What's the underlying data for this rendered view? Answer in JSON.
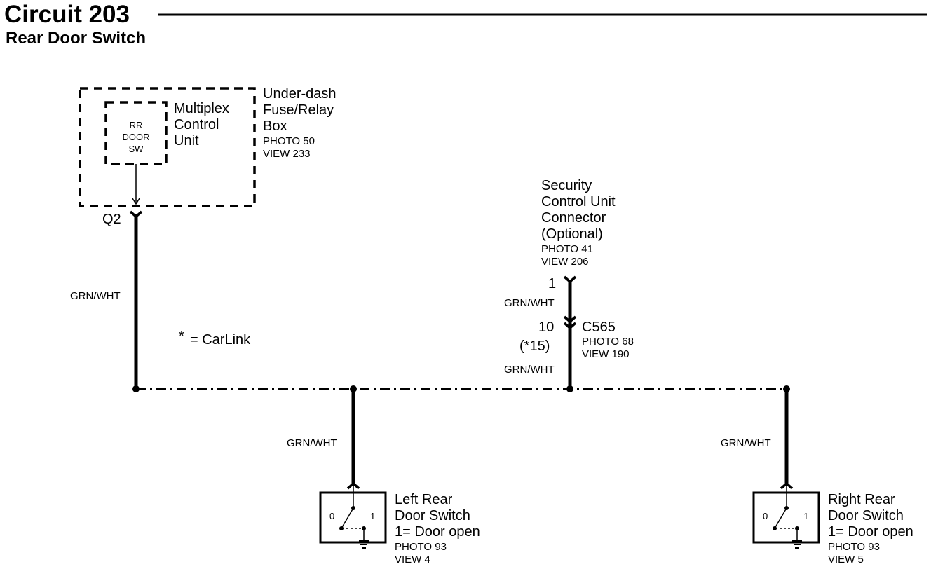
{
  "header": {
    "title": "Circuit 203",
    "subtitle": "Rear Door Switch"
  },
  "fuse_box": {
    "title_lines": [
      "Under-dash",
      "Fuse/Relay",
      "Box"
    ],
    "photo": "PHOTO 50",
    "view": "VIEW 233",
    "mcu_lines": [
      "Multiplex",
      "Control",
      "Unit"
    ],
    "inner_lines": [
      "RR",
      "DOOR",
      "SW"
    ],
    "pin": "Q2"
  },
  "security_unit": {
    "title_lines": [
      "Security",
      "Control Unit",
      "Connector",
      "(Optional)"
    ],
    "photo": "PHOTO 41",
    "view": "VIEW 206",
    "pin": "1"
  },
  "connector_c565": {
    "name": "C565",
    "pin": "10",
    "alt_pin": "(*15)",
    "photo": "PHOTO 68",
    "view": "VIEW 190"
  },
  "legend": {
    "carlink_star": "*",
    "carlink_text": "= CarLink"
  },
  "wires": {
    "main": "GRN/WHT",
    "security_top": "GRN/WHT",
    "security_bottom": "GRN/WHT",
    "left_drop": "GRN/WHT",
    "right_drop": "GRN/WHT"
  },
  "left_switch": {
    "title_lines": [
      "Left Rear",
      "Door Switch",
      "1= Door open"
    ],
    "photo": "PHOTO 93",
    "view": "VIEW 4",
    "pos0": "0",
    "pos1": "1"
  },
  "right_switch": {
    "title_lines": [
      "Right Rear",
      "Door Switch",
      "1= Door open"
    ],
    "photo": "PHOTO 93",
    "view": "VIEW 5",
    "pos0": "0",
    "pos1": "1"
  }
}
